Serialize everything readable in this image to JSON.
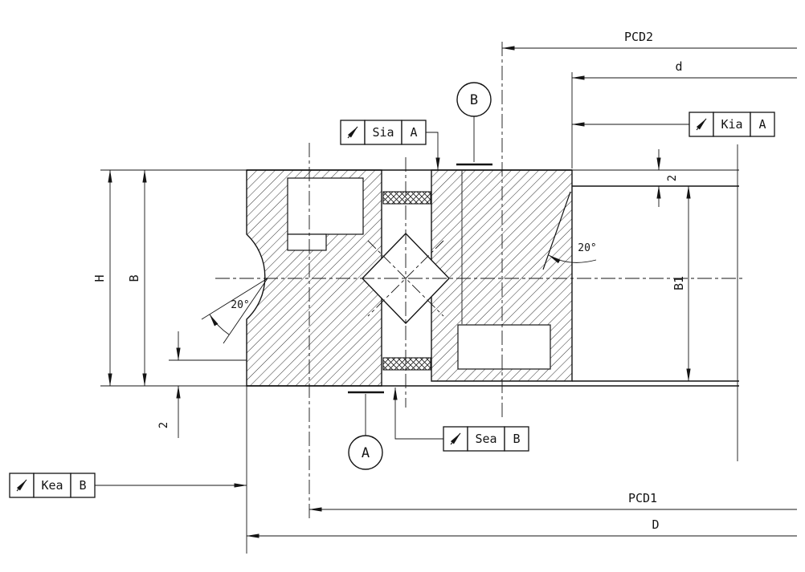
{
  "drawing": {
    "background": "#ffffff",
    "line_color": "#141414",
    "dimensions": {
      "pcd2": {
        "label": "PCD2"
      },
      "d": {
        "label": "d"
      },
      "pcd1": {
        "label": "PCD1"
      },
      "big_d": {
        "label": "D"
      },
      "h": {
        "label": "H"
      },
      "b": {
        "label": "B"
      },
      "b1": {
        "label": "B1"
      },
      "offset_top_right": {
        "label": "2"
      },
      "offset_bottom_left": {
        "label": "2"
      },
      "angle_left": {
        "label": "20°"
      },
      "angle_right": {
        "label": "20°"
      }
    },
    "datum_targets": {
      "a": {
        "label": "A"
      },
      "b": {
        "label": "B"
      }
    },
    "feature_control_frames": {
      "sia": {
        "symbol_icon": "runout-arrow-icon",
        "value": "Sia",
        "datum": "A"
      },
      "kia": {
        "symbol_icon": "runout-arrow-icon",
        "value": "Kia",
        "datum": "A"
      },
      "sea": {
        "symbol_icon": "runout-arrow-icon",
        "value": "Sea",
        "datum": "B"
      },
      "kea": {
        "symbol_icon": "runout-arrow-icon",
        "value": "Kea",
        "datum": "B"
      }
    }
  }
}
